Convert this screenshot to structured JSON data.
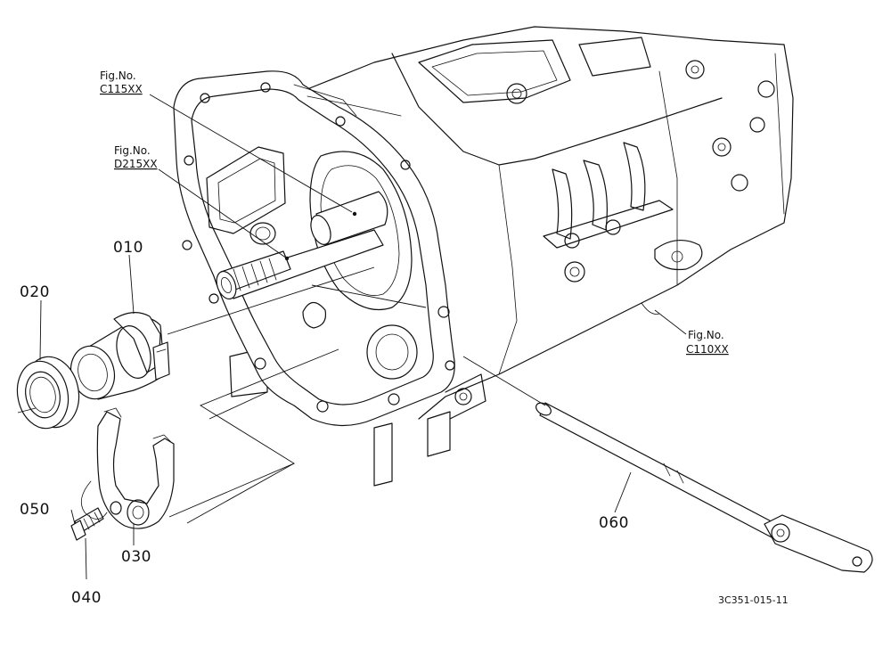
{
  "callouts": {
    "part_010": "010",
    "part_020": "020",
    "part_030": "030",
    "part_040": "040",
    "part_050": "050",
    "part_060": "060"
  },
  "figure_refs": {
    "c115": {
      "line1": "Fig.No.",
      "line2": "C115XX"
    },
    "d215": {
      "line1": "Fig.No.",
      "line2": "D215XX"
    },
    "c110": {
      "line1": "Fig.No.",
      "line2": "C110XX"
    }
  },
  "drawing_number": "3C351-015-11",
  "colors": {
    "ink": "#111111",
    "paper": "#ffffff"
  }
}
